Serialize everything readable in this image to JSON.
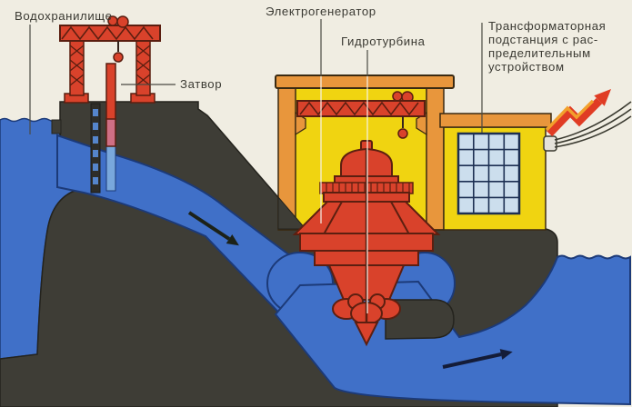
{
  "diagram": {
    "type": "hydroelectric-power-station-cross-section",
    "labels": {
      "reservoir": "Водохранилище",
      "gate": "Затвор",
      "generator": "Электрогенератор",
      "turbine": "Гидротурбина",
      "substation_lines": [
        "Трансформаторная",
        "подстанция  с  рас-",
        "пределительным",
        "устройством"
      ]
    },
    "arrows": {
      "penstock_flow": "water flow down-right through penstock",
      "tailrace_flow": "water flow right in tailrace",
      "electricity_out": "red lightning arrow up-right along power lines"
    },
    "colors": {
      "background": "#f0ede2",
      "water": "#4070c8",
      "water_outline": "#1c3a78",
      "dam_concrete": "#3e3d36",
      "building_yellow": "#f0d411",
      "frame_orange": "#e8963c",
      "machinery_red": "#d9422b",
      "machinery_outline": "#5c1f10",
      "window_pane": "#ccdeed",
      "lightning_highlight": "#f2a02c",
      "label_text": "#3b3a33"
    }
  }
}
